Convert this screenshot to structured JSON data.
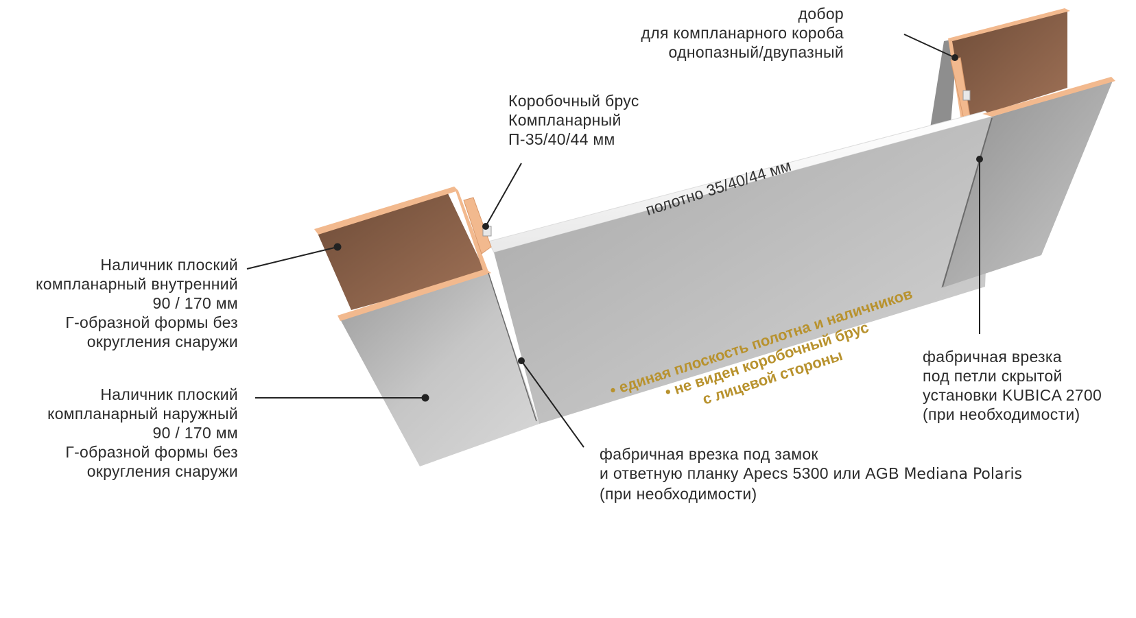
{
  "labels": {
    "dobor": [
      "добор",
      "для компланарного короба",
      "однопазный/двупазный"
    ],
    "brus": [
      "Коробочный брус",
      "Компланарный",
      "П-35/40/44 мм"
    ],
    "inner_casing": [
      "Наличник плоский",
      "компланарный внутренний",
      "90 / 170 мм",
      "Г-образной формы без",
      "округления снаружи"
    ],
    "outer_casing": [
      "Наличник плоский",
      "компланарный наружный",
      "90 / 170 мм",
      "Г-образной формы без",
      "округления снаружи"
    ],
    "hinge": [
      "фабричная врезка",
      "под петли скрытой",
      "установки KUBICA 2700",
      "(при необходимости)"
    ],
    "lock": {
      "line1": "фабричная врезка под замок",
      "line2": "и ответную планку Apecs 5300 или AGB",
      "line2_brand": "Mediana Polaris",
      "line3": "(при необходимости)"
    },
    "panel": "полотно 35/40/44 мм",
    "features": [
      "• единая плоскость полотна и наличников",
      "• не виден коробочный брус",
      "с лицевой стороны"
    ]
  },
  "colors": {
    "wood_face": "#7f5a43",
    "wood_edge": "#f2b98e",
    "panel_gray": "#b5b5b5",
    "feature_text": "#b8922e"
  }
}
